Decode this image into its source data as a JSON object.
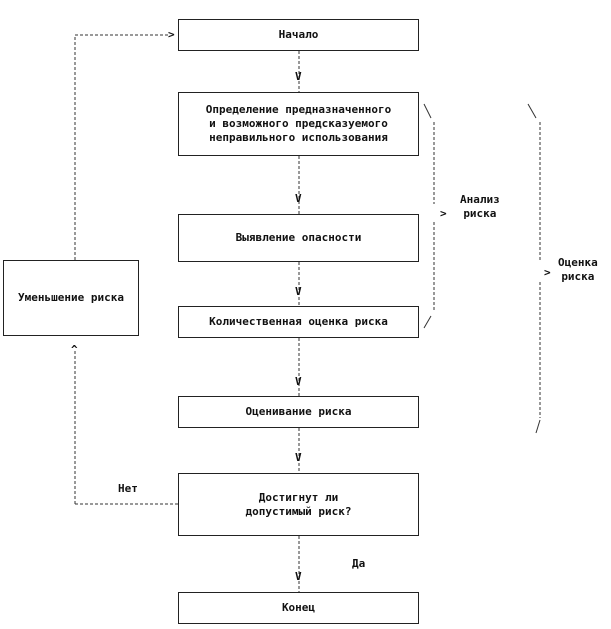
{
  "nodes": {
    "start": "Начало",
    "define": "Определение предназначенного\nи возможного предсказуемого\nнеправильного использования",
    "identify": "Выявление опасности",
    "estimate": "Количественная оценка риска",
    "evaluate": "Оценивание риска",
    "decision": "Достигнут ли\nдопустимый риск?",
    "end": "Конец",
    "reduce": "Уменьшение риска"
  },
  "edges": {
    "no_label": "Нет",
    "yes_label": "Да"
  },
  "groups": {
    "analysis": "Анализ\nриска",
    "assessment": "Оценка\nриска"
  }
}
